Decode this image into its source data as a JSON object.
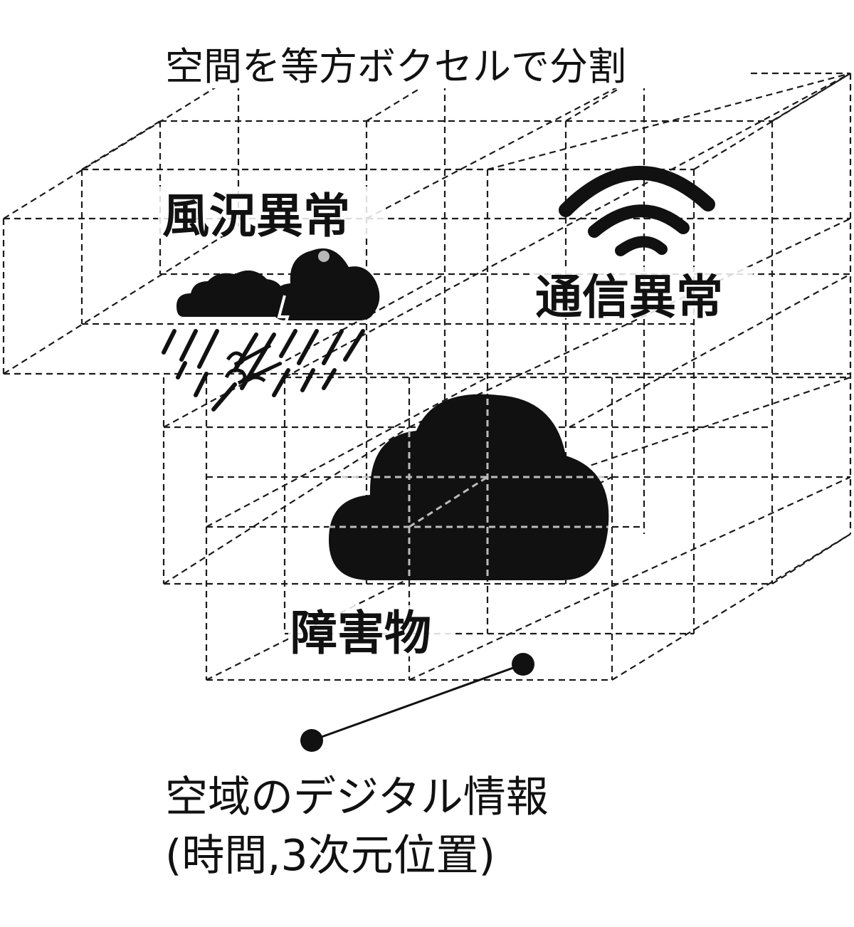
{
  "diagram": {
    "title": "空間を等方ボクセルで分割",
    "labels": {
      "wind": "風況異常",
      "comm": "通信異常",
      "obstacle": "障害物"
    },
    "caption": {
      "line1": "空域のデジタル情報",
      "line2": "(時間,3次元位置)"
    },
    "icons": [
      "storm-cloud-icon",
      "wifi-icon",
      "cloud-icon"
    ],
    "colors": {
      "ink": "#111111",
      "background": "#ffffff"
    }
  }
}
